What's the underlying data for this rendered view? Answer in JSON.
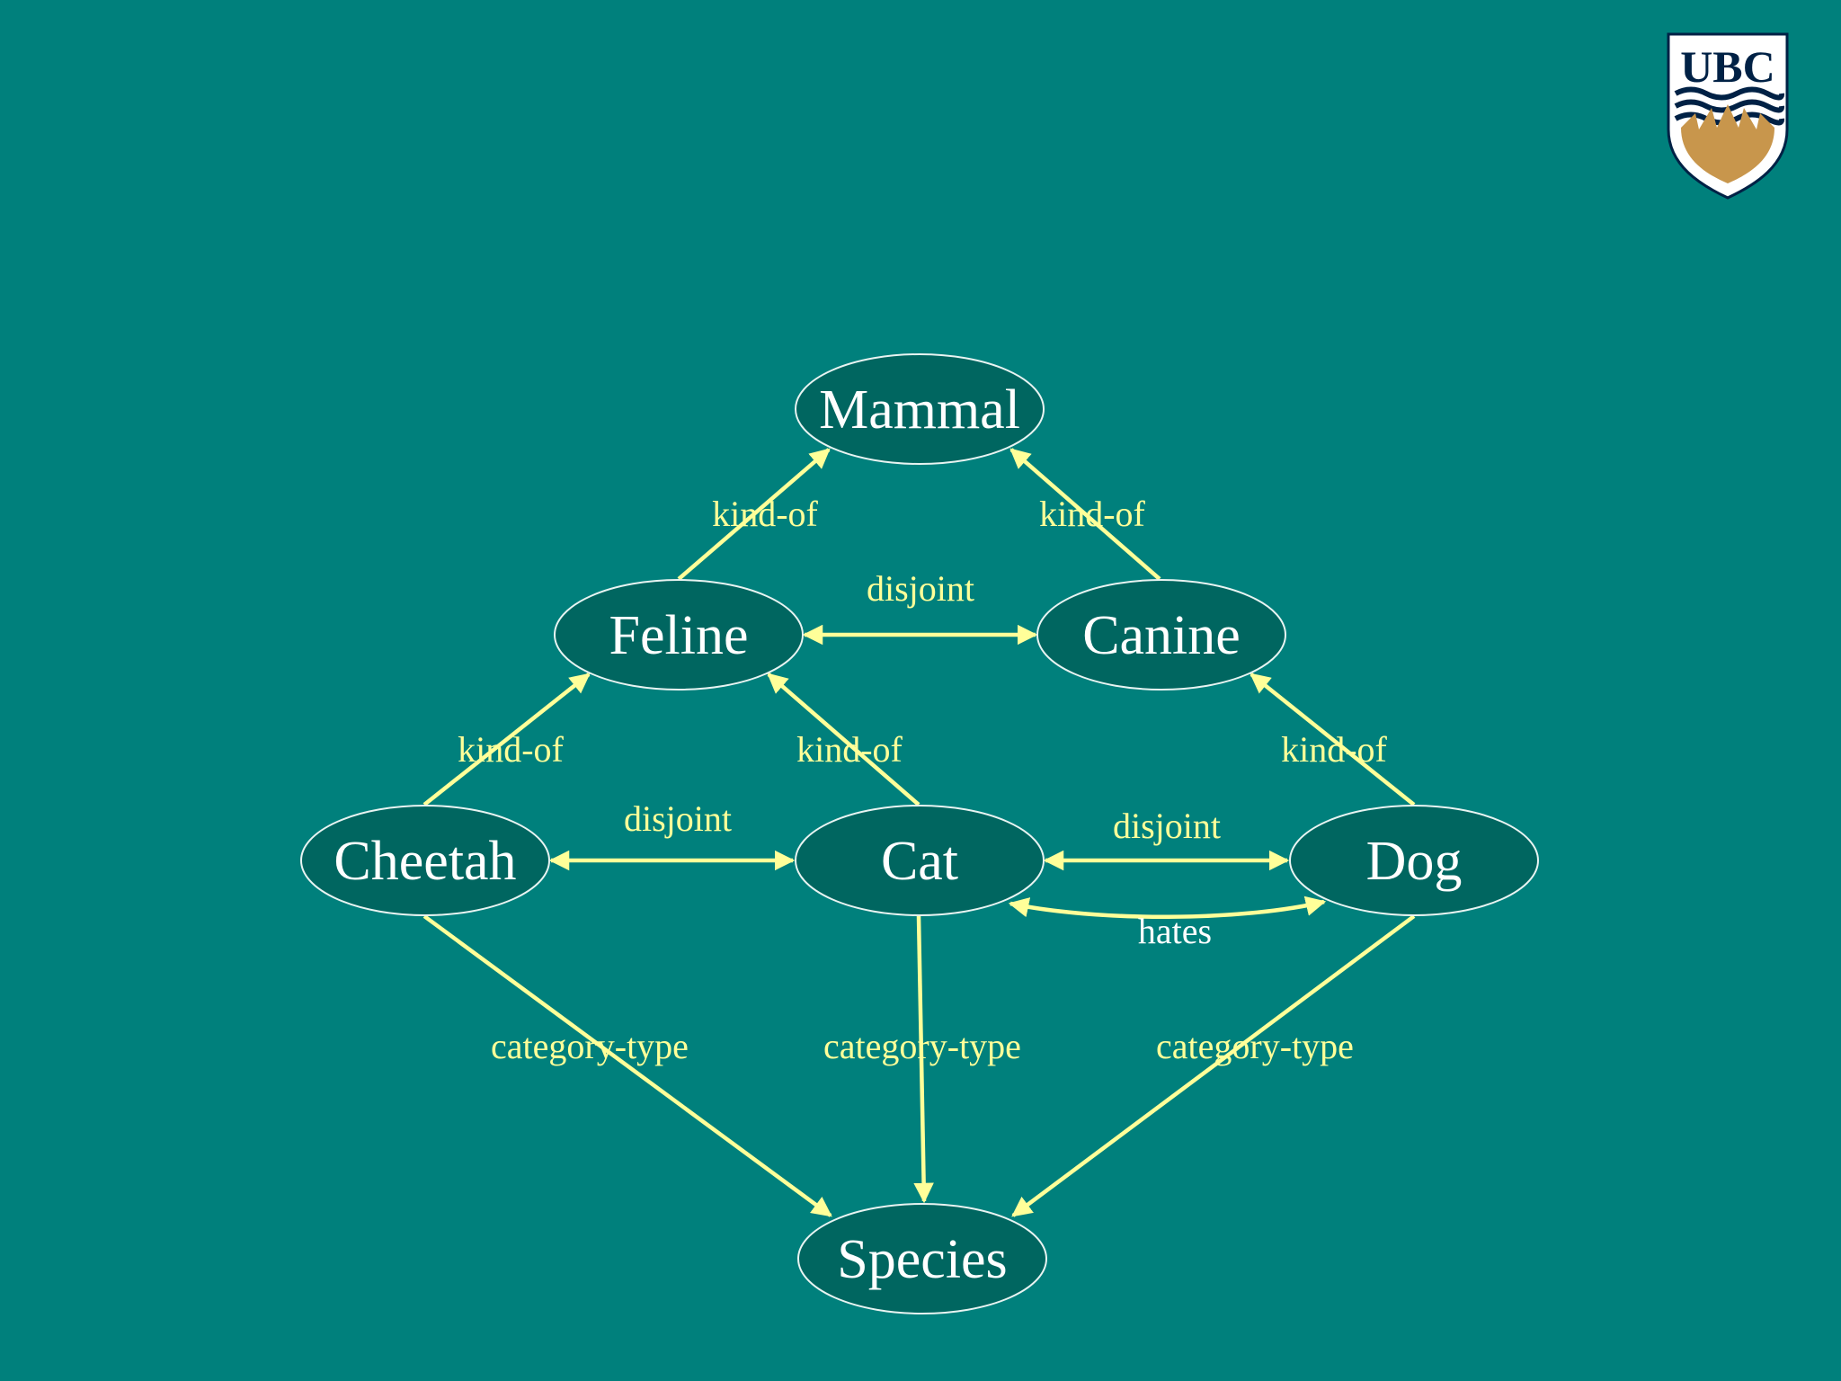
{
  "logo": {
    "text": "UBC",
    "colors": {
      "navy": "#002145",
      "gold": "#c8964c"
    }
  },
  "colors": {
    "background": "#00807c",
    "node_fill": "#006660",
    "edge": "#ffff99",
    "text": "#ffffff"
  },
  "nodes": {
    "mammal": "Mammal",
    "feline": "Feline",
    "canine": "Canine",
    "cheetah": "Cheetah",
    "cat": "Cat",
    "dog": "Dog",
    "species": "Species"
  },
  "edges": [
    {
      "from": "Feline",
      "to": "Mammal",
      "label": "kind-of",
      "direction": "forward"
    },
    {
      "from": "Canine",
      "to": "Mammal",
      "label": "kind-of",
      "direction": "forward"
    },
    {
      "from": "Feline",
      "to": "Canine",
      "label": "disjoint",
      "direction": "both"
    },
    {
      "from": "Cheetah",
      "to": "Feline",
      "label": "kind-of",
      "direction": "forward"
    },
    {
      "from": "Cat",
      "to": "Feline",
      "label": "kind-of",
      "direction": "forward"
    },
    {
      "from": "Dog",
      "to": "Canine",
      "label": "kind-of",
      "direction": "forward"
    },
    {
      "from": "Cheetah",
      "to": "Cat",
      "label": "disjoint",
      "direction": "both"
    },
    {
      "from": "Cat",
      "to": "Dog",
      "label": "disjoint",
      "direction": "both"
    },
    {
      "from": "Cat",
      "to": "Dog",
      "label": "hates",
      "direction": "both"
    },
    {
      "from": "Cheetah",
      "to": "Species",
      "label": "category-type",
      "direction": "forward"
    },
    {
      "from": "Cat",
      "to": "Species",
      "label": "category-type",
      "direction": "forward"
    },
    {
      "from": "Dog",
      "to": "Species",
      "label": "category-type",
      "direction": "forward"
    }
  ]
}
